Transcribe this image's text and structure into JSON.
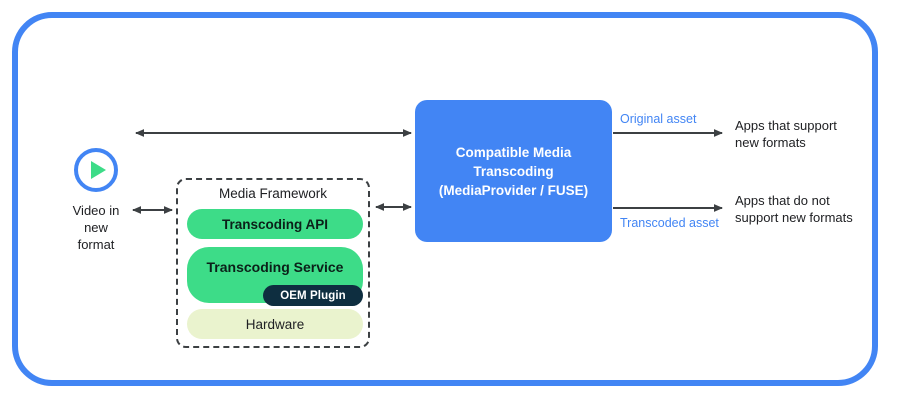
{
  "frame": {
    "border_color": "#4285f4"
  },
  "video_source": {
    "icon": "play-circle-icon",
    "icon_ring_color": "#4285f4",
    "icon_triangle_color": "#3ddc88",
    "label": "Video in\nnew\nformat"
  },
  "media_framework": {
    "title": "Media Framework",
    "blocks": [
      {
        "name": "transcoding-api",
        "label": "Transcoding API",
        "color": "#3ddc88"
      },
      {
        "name": "transcoding-service",
        "label": "Transcoding Service",
        "color": "#3ddc88"
      },
      {
        "name": "hardware",
        "label": "Hardware",
        "color": "#eaf3ce"
      }
    ],
    "badge": {
      "name": "oem-plugin",
      "label": "OEM Plugin",
      "color": "#0e2e40"
    }
  },
  "cmt_box": {
    "label": "Compatible Media\nTranscoding\n(MediaProvider / FUSE)",
    "color": "#4285f4"
  },
  "outputs": [
    {
      "asset_label": "Original asset",
      "apps_label": "Apps that support\nnew formats",
      "asset_label_color": "#4285f4"
    },
    {
      "asset_label": "Transcoded asset",
      "apps_label": "Apps that do not\nsupport new formats",
      "asset_label_color": "#4285f4"
    }
  ],
  "arrows": [
    {
      "name": "arrow-video-to-cmt",
      "direction": "bidirectional"
    },
    {
      "name": "arrow-video-to-framework",
      "direction": "bidirectional"
    },
    {
      "name": "arrow-framework-to-cmt",
      "direction": "bidirectional"
    },
    {
      "name": "arrow-cmt-to-apps-support",
      "direction": "right"
    },
    {
      "name": "arrow-cmt-to-apps-no-support",
      "direction": "right"
    }
  ]
}
